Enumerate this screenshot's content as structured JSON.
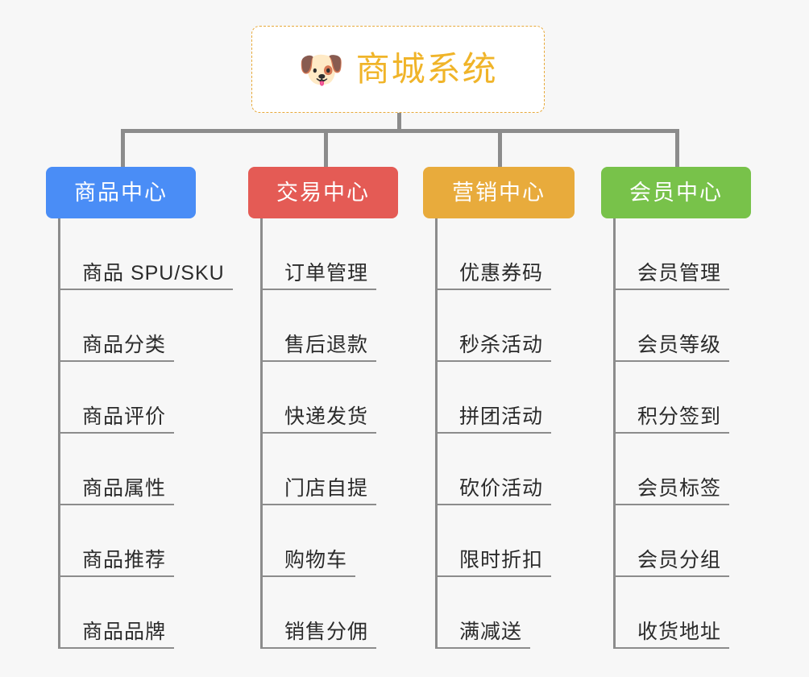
{
  "page": {
    "background_color": "#f7f7f7",
    "type": "organization-chart"
  },
  "root": {
    "icon": "shiba-dog-face-emoji",
    "icon_glyph": "🐶",
    "title": "商城系统",
    "title_color": "#f0b429",
    "border_color": "#e8a93a",
    "background_color": "#ffffff"
  },
  "connector": {
    "color": "#8c8c8c"
  },
  "categories": [
    {
      "label": "商品中心",
      "color": "#4a8df6",
      "items": [
        {
          "label": "商品 SPU/SKU"
        },
        {
          "label": "商品分类"
        },
        {
          "label": "商品评价"
        },
        {
          "label": "商品属性"
        },
        {
          "label": "商品推荐"
        },
        {
          "label": "商品品牌"
        }
      ]
    },
    {
      "label": "交易中心",
      "color": "#e45b55",
      "items": [
        {
          "label": "订单管理"
        },
        {
          "label": "售后退款"
        },
        {
          "label": "快递发货"
        },
        {
          "label": "门店自提"
        },
        {
          "label": "购物车"
        },
        {
          "label": "销售分佣"
        }
      ]
    },
    {
      "label": "营销中心",
      "color": "#e8ab3c",
      "items": [
        {
          "label": "优惠券码"
        },
        {
          "label": "秒杀活动"
        },
        {
          "label": "拼团活动"
        },
        {
          "label": "砍价活动"
        },
        {
          "label": "限时折扣"
        },
        {
          "label": "满减送"
        }
      ]
    },
    {
      "label": "会员中心",
      "color": "#78c24a",
      "items": [
        {
          "label": "会员管理"
        },
        {
          "label": "会员等级"
        },
        {
          "label": "积分签到"
        },
        {
          "label": "会员标签"
        },
        {
          "label": "会员分组"
        },
        {
          "label": "收货地址"
        }
      ]
    }
  ]
}
